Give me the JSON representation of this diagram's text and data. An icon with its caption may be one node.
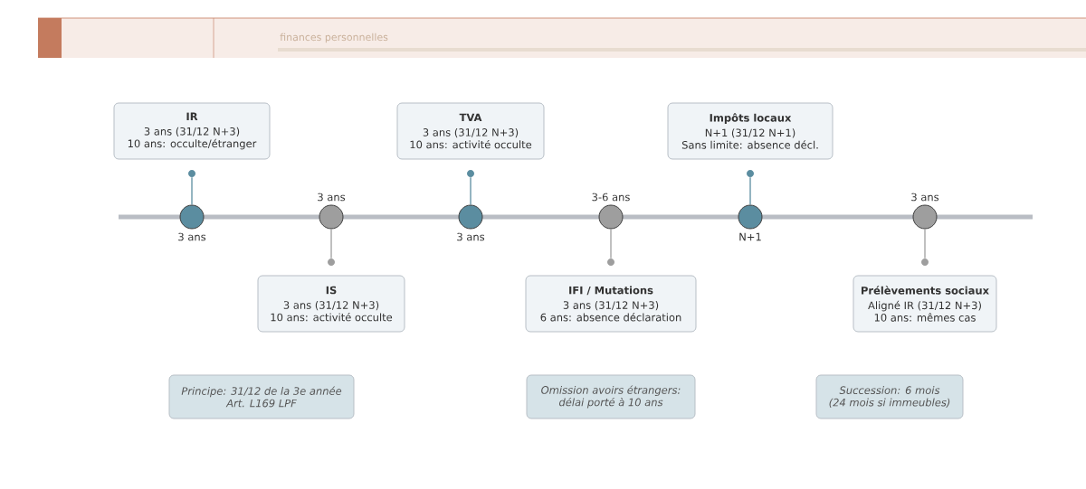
{
  "diagram": {
    "nodes": [
      {
        "text": [
          "IR",
          "3 ans (31/12 N+3)",
          "10 ans: occulte/étranger"
        ]
      },
      {
        "text": [
          "TVA",
          "3 ans (31/12 N+3)",
          "10 ans: activité occulte"
        ]
      },
      {
        "text": [
          "Impôts locaux",
          "N+1 (31/12 N+1)",
          "Sans limite: absence décl."
        ]
      },
      {
        "text": [],
        "shape": "circle",
        "beside": [
          "3 ans"
        ]
      },
      {
        "text": [],
        "shape": "circle",
        "beside": [
          "3 ans"
        ]
      },
      {
        "text": [],
        "shape": "circle",
        "beside": [
          "3 ans"
        ]
      },
      {
        "text": [],
        "shape": "circle",
        "beside": [
          "3-6 ans"
        ]
      },
      {
        "text": [],
        "shape": "circle",
        "beside": [
          "N+1"
        ]
      },
      {
        "text": [],
        "shape": "circle",
        "beside": [
          "3 ans"
        ]
      },
      {
        "text": [
          "IS",
          "3 ans (31/12 N+3)",
          "10 ans: activité occulte"
        ]
      },
      {
        "text": [
          "IFI / Mutations",
          "3 ans (31/12 N+3)",
          "6 ans: absence déclaration"
        ]
      },
      {
        "text": [
          "Prélèvements sociaux",
          "Aligné IR (31/12 N+3)",
          "10 ans: mêmes cas"
        ]
      },
      {
        "text": [
          "Principe: 31/12 de la 3e année",
          "Art. L169 LPF"
        ]
      },
      {
        "text": [
          "Omission avoirs étrangers:",
          "délai porté à 10 ans"
        ]
      },
      {
        "text": [
          "Succession: 6 mois",
          "(24 mois si immeubles)"
        ]
      },
      {
        "text": [],
        "shape": "circle"
      },
      {
        "text": [],
        "shape": "circle"
      },
      {
        "text": [],
        "shape": "circle"
      },
      {
        "text": [],
        "shape": "circle"
      },
      {
        "text": [],
        "shape": "circle"
      },
      {
        "text": [],
        "shape": "circle"
      }
    ],
    "edges": [
      {
        "from": 3,
        "to": 15,
        "arrow": "none",
        "color": "#5b8da0"
      },
      {
        "from": 4,
        "to": 16,
        "arrow": "none"
      },
      {
        "from": 5,
        "to": 17,
        "arrow": "none",
        "color": "#5b8da0"
      },
      {
        "from": 6,
        "to": 18,
        "arrow": "none"
      },
      {
        "from": 7,
        "to": 19,
        "arrow": "none",
        "color": "#5b8da0"
      },
      {
        "from": 8,
        "to": 20,
        "arrow": "none"
      }
    ],
    "labels": [
      "finances personnelles"
    ]
  }
}
